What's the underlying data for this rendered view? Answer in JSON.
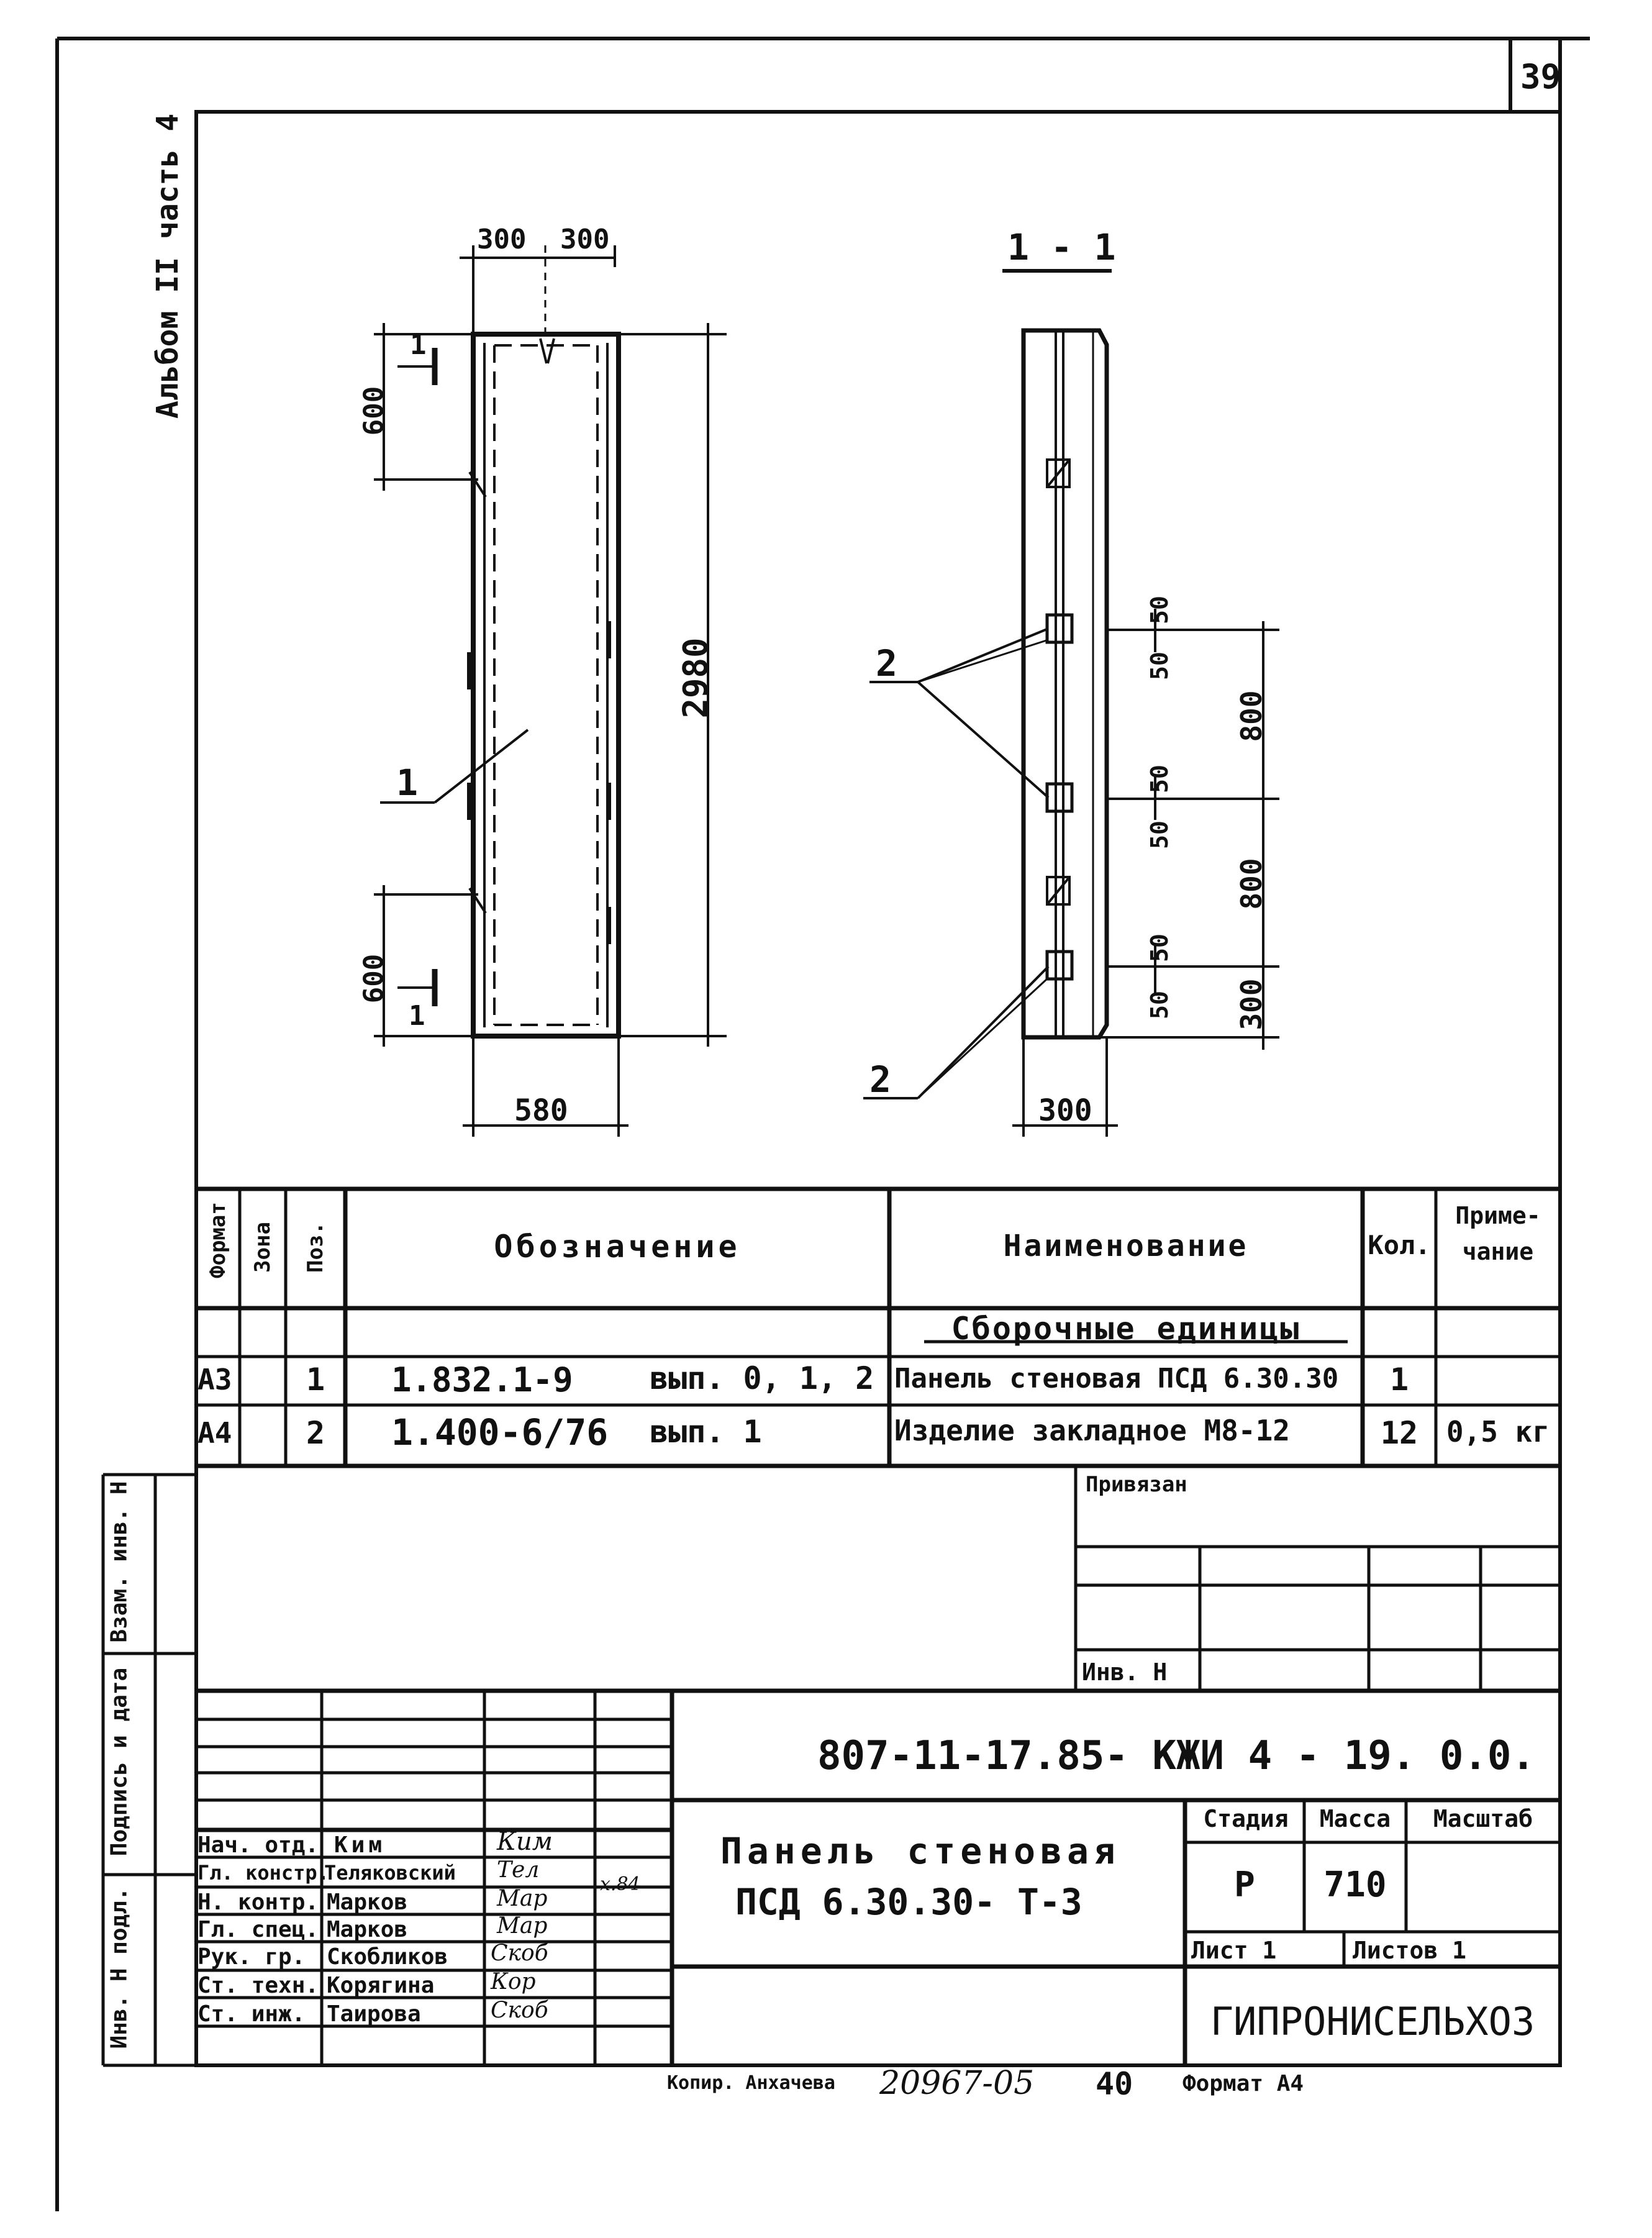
{
  "sheet": {
    "number": "39",
    "album": "Альбом II часть 4"
  },
  "drawing": {
    "front": {
      "dims": {
        "w_left": "300",
        "w_right": "300",
        "top": "600",
        "bottom": "600",
        "height": "2980",
        "width": "580"
      },
      "section_mark": "1",
      "pos": "1"
    },
    "section": {
      "title": "1 - 1",
      "dims": {
        "a": "50",
        "b": "50",
        "c": "50",
        "d": "50",
        "e": "50",
        "f": "50",
        "g1": "800",
        "g2": "800",
        "g3": "300",
        "width": "300"
      },
      "pos_upper": "2",
      "pos_lower": "2"
    }
  },
  "spec": {
    "headers": {
      "format": "Формат",
      "zone": "Зона",
      "pos": "Поз.",
      "designation": "Обозначение",
      "name": "Наименование",
      "qty": "Кол.",
      "note": "Приме-\nчание"
    },
    "section_title": "Сборочные единицы",
    "rows": [
      {
        "format": "А3",
        "pos": "1",
        "designation": "1.832.1-9",
        "issue": "вып. 0, 1, 2",
        "name": "Панель стеновая ПСД 6.30.30",
        "qty": "1",
        "note": ""
      },
      {
        "format": "А4",
        "pos": "2",
        "designation": "1.400-6/76",
        "issue": "вып. 1",
        "name": "Изделие закладное М8-12",
        "qty": "12",
        "note": "0,5 кг"
      }
    ]
  },
  "binding": {
    "label": "Привязан",
    "inv": "Инв. Н"
  },
  "side": {
    "vzam": "Взам. инв. Н",
    "podpis": "Подпись и дата",
    "inv_podl": "Инв. Н подл."
  },
  "title_block": {
    "code": "807-11-17.85- КЖИ 4 - 19. 0.0.",
    "name_line1": "Панель стеновая",
    "name_line2": "ПСД 6.30.30- Т-3",
    "stage_label": "Стадия",
    "mass_label": "Масса",
    "scale_label": "Масштаб",
    "stage": "Р",
    "mass": "710",
    "scale": "",
    "sheet_label": "Лист 1",
    "sheets_label": "Листов 1",
    "org": "ГИПРОНИСЕЛЬХОЗ",
    "date_note": "х.84",
    "roles": [
      {
        "role": "Нач. отд.",
        "name": "Ким",
        "sig": "Ким"
      },
      {
        "role": "Гл. констр.",
        "name": "Теляковский",
        "sig": "Тел"
      },
      {
        "role": "Н. контр.",
        "name": "Марков",
        "sig": "Мар"
      },
      {
        "role": "Гл. спец.",
        "name": "Марков",
        "sig": "Мар"
      },
      {
        "role": "Рук. гр.",
        "name": "Скобликов",
        "sig": "Скоб"
      },
      {
        "role": "Ст. техн.",
        "name": "Корягина",
        "sig": "Кор"
      },
      {
        "role": "Ст. инж.",
        "name": "Таирова",
        "sig": "Скоб"
      }
    ]
  },
  "footer": {
    "copier": "Копир. Анхачева",
    "number": "20967-05",
    "page": "40",
    "format": "Формат А4"
  }
}
